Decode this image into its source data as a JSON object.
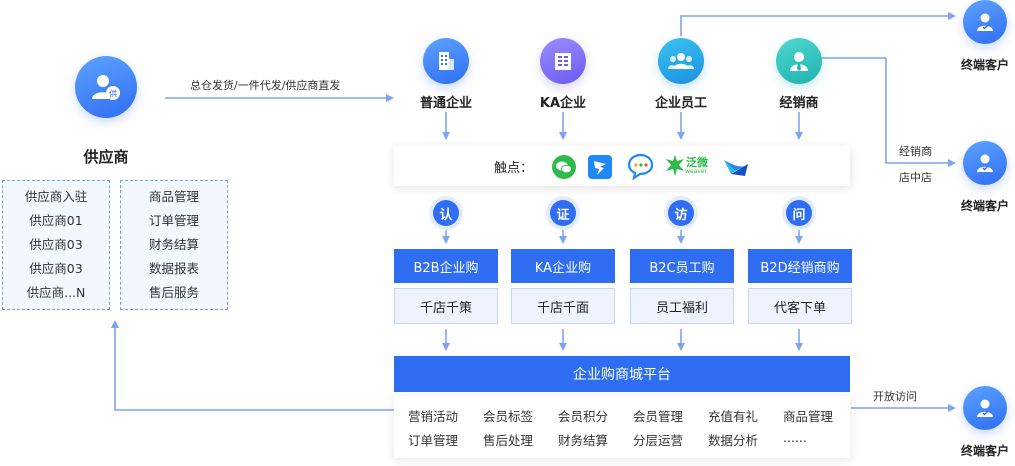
{
  "supplier": {
    "title": "供应商",
    "flow_label": "总仓发货/一件代发/供应商直发",
    "list_left": [
      "供应商入驻",
      "供应商01",
      "供应商03",
      "供应商03",
      "供应商...N"
    ],
    "list_right": [
      "商品管理",
      "订单管理",
      "财务结算",
      "数据报表",
      "售后服务"
    ]
  },
  "roles": [
    {
      "label": "普通企业",
      "icon": "building-icon"
    },
    {
      "label": "KA企业",
      "icon": "office-building-icon"
    },
    {
      "label": "企业员工",
      "icon": "users-icon"
    },
    {
      "label": "经销商",
      "icon": "dealer-icon"
    }
  ],
  "touchpoints": {
    "label": "触点：",
    "icons": [
      "wechat-icon",
      "dingtalk-icon",
      "chat-bubble-icon",
      "weaver-logo",
      "feishu-icon"
    ],
    "weaver_text": "泛微",
    "weaver_sub": "weaver"
  },
  "letters": [
    "认",
    "证",
    "访",
    "问"
  ],
  "channels": [
    {
      "primary": "B2B企业购",
      "secondary": "千店千策"
    },
    {
      "primary": "KA企业购",
      "secondary": "千店千面"
    },
    {
      "primary": "B2C员工购",
      "secondary": "员工福利"
    },
    {
      "primary": "B2D经销商购",
      "secondary": "代客下单"
    }
  ],
  "platform": {
    "title": "企业购商城平台",
    "features_row1": [
      "营销活动",
      "会员标签",
      "会员积分",
      "会员管理",
      "充值有礼",
      "商品管理"
    ],
    "features_row2": [
      "订单管理",
      "售后处理",
      "财务结算",
      "分层运营",
      "数据分析",
      "......"
    ]
  },
  "customers": [
    {
      "label": "终端客户"
    },
    {
      "label": "终端客户"
    },
    {
      "label": "终端客户"
    }
  ],
  "edge_labels": {
    "dealer": "经销商",
    "store": "店中店",
    "open_access": "开放访问"
  },
  "colors": {
    "primary": "#2f6df2",
    "arrow": "#7ea3f0",
    "light_bg": "#eef3fd"
  }
}
